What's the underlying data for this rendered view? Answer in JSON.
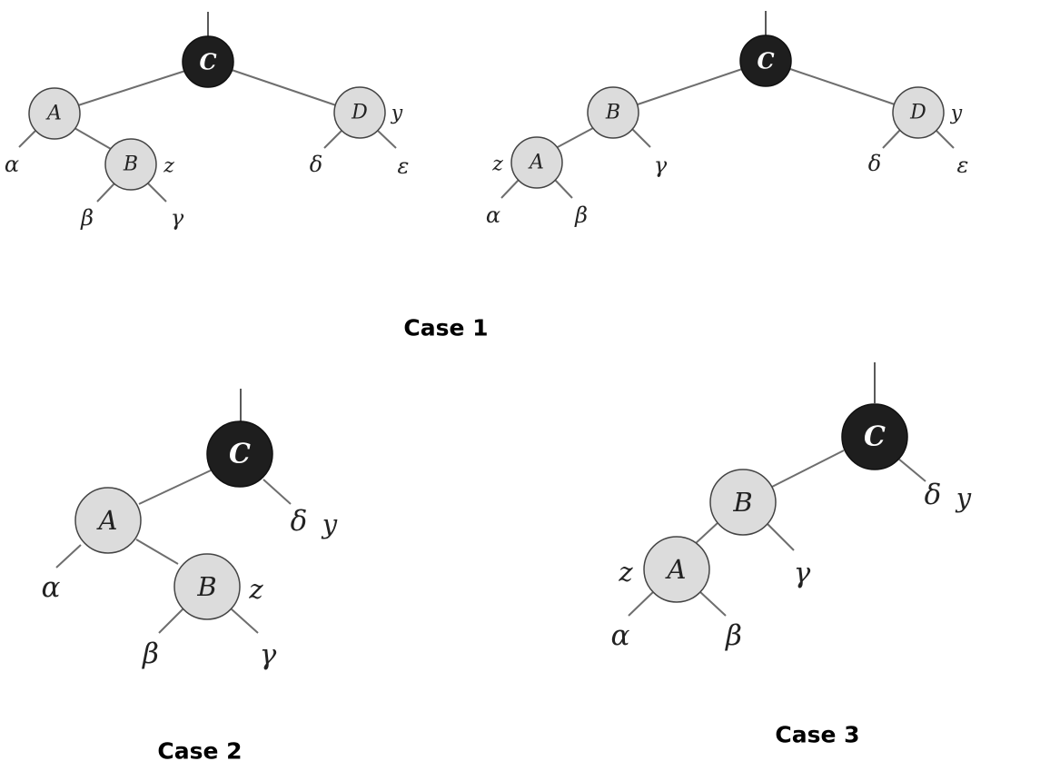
{
  "captions": {
    "case1": "Case 1",
    "case2": "Case 2",
    "case3": "Case 3"
  },
  "colors": {
    "red_node_fill": "#dcdcdc",
    "black_node_fill": "#1e1e1e",
    "edge": "#6e6e6e"
  },
  "trees": {
    "case1_before": {
      "nodes": {
        "C": "C",
        "A": "A",
        "B": "B",
        "D": "D"
      },
      "labels": {
        "alpha": "α",
        "beta": "β",
        "gamma": "γ",
        "delta": "δ",
        "epsilon": "ε",
        "y": "y",
        "z": "z"
      }
    },
    "case1_after": {
      "nodes": {
        "C": "C",
        "B": "B",
        "A": "A",
        "D": "D"
      },
      "labels": {
        "alpha": "α",
        "beta": "β",
        "gamma": "γ",
        "delta": "δ",
        "epsilon": "ε",
        "y": "y",
        "z": "z"
      }
    },
    "case2": {
      "nodes": {
        "C": "C",
        "A": "A",
        "B": "B"
      },
      "labels": {
        "alpha": "α",
        "beta": "β",
        "gamma": "γ",
        "delta": "δ",
        "y": "y",
        "z": "z"
      }
    },
    "case3": {
      "nodes": {
        "C": "C",
        "B": "B",
        "A": "A"
      },
      "labels": {
        "alpha": "α",
        "beta": "β",
        "gamma": "γ",
        "delta": "δ",
        "y": "y",
        "z": "z"
      }
    }
  }
}
